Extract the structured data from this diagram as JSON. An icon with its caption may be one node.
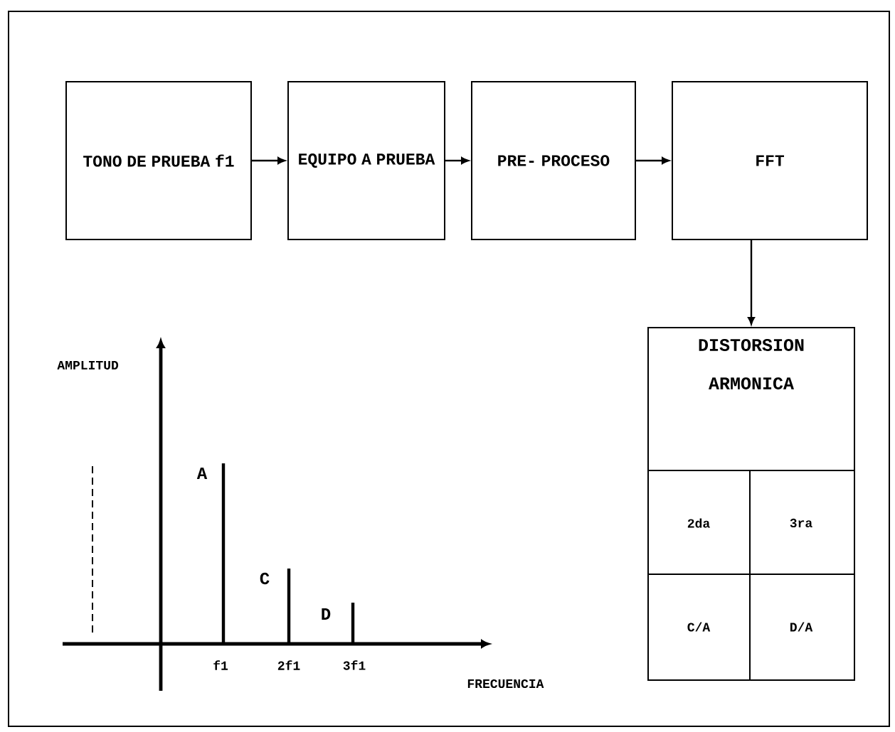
{
  "diagram": {
    "nodes": [
      {
        "text": [
          "TONO DE PRUEBA f1"
        ]
      },
      {
        "text": [
          "EQUIPO A PRUEBA"
        ]
      },
      {
        "text": [
          "PRE- PROCESO"
        ]
      },
      {
        "text": [
          "FFT"
        ]
      },
      {
        "text": [
          "DISTORSION ARMONICA"
        ]
      }
    ],
    "edges": [
      {
        "from": 0,
        "to": 1,
        "arrow": "to"
      },
      {
        "from": 1,
        "to": 2,
        "arrow": "to"
      },
      {
        "from": 2,
        "to": 3,
        "arrow": "to"
      },
      {
        "from": 3,
        "to": 4,
        "arrow": "to"
      }
    ],
    "labels": [
      "AMPLITUD",
      "A",
      "C",
      "D",
      "f1",
      "2f1",
      "3f1",
      "FRECUENCIA",
      "2da",
      "3ra",
      "C/A",
      "D/A"
    ]
  }
}
